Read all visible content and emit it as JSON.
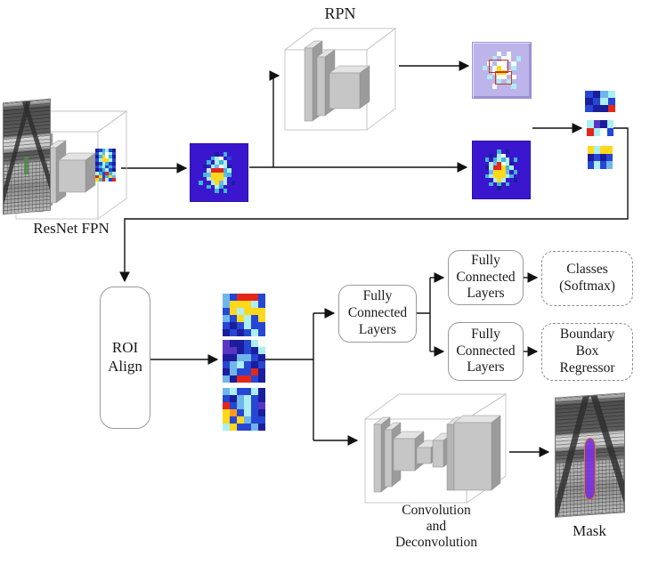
{
  "labels": {
    "resnet_fpn": "ResNet FPN",
    "rpn": "RPN",
    "roi_align": "ROI Align",
    "fully_connected": "Fully Connected Layers",
    "classes": "Classes (Softmax)",
    "boundary_box": "Boundary Box Regressor",
    "convolution_lines": [
      "Convolution",
      "and",
      "Deconvolution"
    ],
    "mask": "Mask"
  },
  "colors": {
    "heatmap_bg": "#3a17ce",
    "proposal_bg": "#bdb4ec",
    "line": "#111111",
    "wireframe": "#c3c3c3",
    "slab_front": "#c6c6c6",
    "slab_top": "#e3e3e3",
    "slab_side": "#9b9b9b"
  },
  "pixel_maps": {
    "palette": {
      "0": "#3a17ce",
      "d": "#1b1d9c",
      "b": "#2646d4",
      "p": "#5a35c4",
      "l": "#6fb6ea",
      "g": "#3fb7d0",
      "c": "#aceef2",
      "w": "#f4fdf6",
      "y": "#ffd81c",
      "o": "#ff9d1a",
      "r": "#e3271a",
      ".": "transparent"
    },
    "feature_map_1": [
      "00000000000000",
      "00000000000000",
      "000000d0g00000",
      "00000gcw0b0000",
      "0000g0cgc00000",
      "000d0clwcd0000",
      "0000crrrgc0000",
      "000glyyylg0000",
      "0000cyyyc00000",
      "00g00cylc0d000",
      "0000g0cg000000",
      "000000g0g00000",
      "00000000000000",
      "00000000000000"
    ],
    "feature_map_2": [
      "00000000000000",
      "00000000000000",
      "000000g0d00000",
      "0000d0cw000000",
      "000g0gcgc0g000",
      "0000clrwcd0000",
      "000dcrrygc0000",
      "0000lyyyl0g000",
      "000gcyyycg0000",
      "00000cyc00d000",
      "0000g0g0g00000",
      "000000d0000000",
      "00000000000000",
      "00000000000000"
    ],
    "fpn_mini_map": [
      "dbgcbd",
      "bclwcb",
      "dgywgd",
      "bcyycb",
      "dbcgbd",
      "bgcbgb",
      "dbgcbd",
      "cgbrgc",
      "rybgyl",
      "ygrcbr"
    ],
    "proposals_map": [
      "............",
      "............",
      ".....w.w....",
      "....c.ww.c..",
      "...w.ww.w...",
      "..c.wyw.c...",
      "....wyyw....",
      "...c.ww.w...",
      ".....c.c....",
      "....w...c...",
      "............",
      "............"
    ],
    "pyramid_small_1": [
      "bdlc",
      "dbcb",
      "bddr"
    ],
    "pyramid_small_2": [
      "cpdc",
      "rcwb"
    ],
    "pyramid_small_3": [
      "ycyy",
      "dbdb",
      "bcbl"
    ],
    "roi_map_1": [
      "lbrrrb",
      "lyyycb",
      "bycyyy",
      "lbycby",
      "bdbcbb",
      "dbdbcb"
    ],
    "roi_map_2": [
      "pddbcw",
      "ppdbdc",
      "ddllbd",
      "blcbdb",
      "dlbbrd",
      "ldrrbd"
    ],
    "roi_map_3": [
      "lcbbcd",
      "bdlcbd",
      "rblcbp",
      "yobcbd",
      "ybylbb",
      "cybbld"
    ]
  }
}
